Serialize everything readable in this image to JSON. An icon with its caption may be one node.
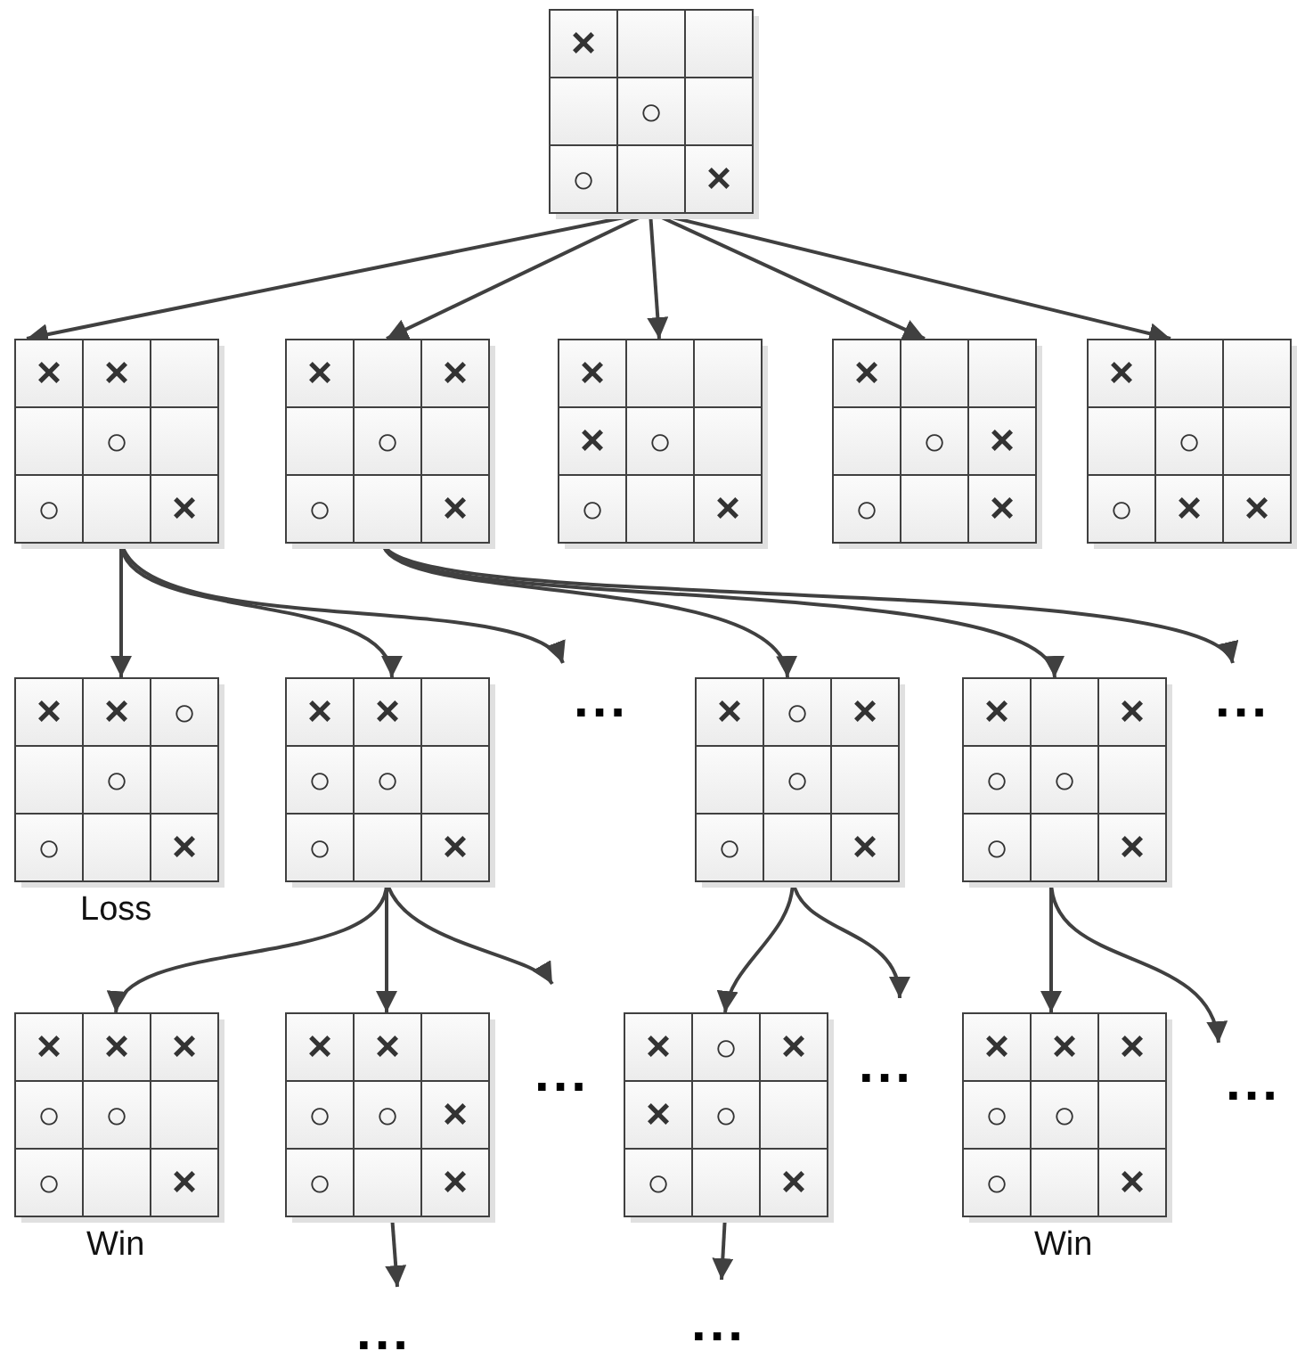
{
  "diagram": {
    "nodes": [
      {
        "text": [],
        "shape": "box"
      },
      {
        "text": [
          "×"
        ],
        "in": 0
      },
      {
        "text": [],
        "shape": "box",
        "in": 0
      },
      {
        "text": [],
        "shape": "box",
        "in": 0
      },
      {
        "text": [],
        "shape": "box",
        "in": 0
      },
      {
        "text": [
          "○"
        ],
        "in": 0
      },
      {
        "text": [],
        "shape": "box",
        "in": 0
      },
      {
        "text": [
          "○"
        ],
        "in": 0
      },
      {
        "text": [],
        "shape": "box",
        "in": 0
      },
      {
        "text": [
          "×"
        ],
        "in": 0
      },
      {
        "text": [],
        "shape": "box"
      },
      {
        "text": [
          "×"
        ],
        "in": 10
      },
      {
        "text": [
          "×"
        ],
        "in": 10
      },
      {
        "text": [],
        "shape": "box",
        "in": 10
      },
      {
        "text": [],
        "shape": "box",
        "in": 10
      },
      {
        "text": [
          "○"
        ],
        "in": 10
      },
      {
        "text": [],
        "shape": "box",
        "in": 10
      },
      {
        "text": [
          "○"
        ],
        "in": 10
      },
      {
        "text": [],
        "shape": "box",
        "in": 10
      },
      {
        "text": [
          "×"
        ],
        "in": 10
      },
      {
        "text": [],
        "shape": "box"
      },
      {
        "text": [
          "×"
        ],
        "in": 20
      },
      {
        "text": [],
        "shape": "box",
        "in": 20
      },
      {
        "text": [
          "×"
        ],
        "in": 20
      },
      {
        "text": [],
        "shape": "box",
        "in": 20
      },
      {
        "text": [
          "○"
        ],
        "in": 20
      },
      {
        "text": [],
        "shape": "box",
        "in": 20
      },
      {
        "text": [
          "○"
        ],
        "in": 20
      },
      {
        "text": [],
        "shape": "box",
        "in": 20
      },
      {
        "text": [
          "×"
        ],
        "in": 20
      },
      {
        "text": [],
        "shape": "box"
      },
      {
        "text": [
          "×"
        ],
        "in": 30
      },
      {
        "text": [],
        "shape": "box",
        "in": 30
      },
      {
        "text": [],
        "shape": "box",
        "in": 30
      },
      {
        "text": [
          "×"
        ],
        "in": 30
      },
      {
        "text": [
          "○"
        ],
        "in": 30
      },
      {
        "text": [],
        "shape": "box",
        "in": 30
      },
      {
        "text": [
          "○"
        ],
        "in": 30
      },
      {
        "text": [],
        "shape": "box",
        "in": 30
      },
      {
        "text": [
          "×"
        ],
        "in": 30
      },
      {
        "text": [],
        "shape": "box"
      },
      {
        "text": [
          "×"
        ],
        "in": 40
      },
      {
        "text": [],
        "shape": "box",
        "in": 40
      },
      {
        "text": [],
        "shape": "box",
        "in": 40
      },
      {
        "text": [],
        "shape": "box",
        "in": 40
      },
      {
        "text": [
          "○"
        ],
        "in": 40
      },
      {
        "text": [
          "×"
        ],
        "in": 40
      },
      {
        "text": [
          "○"
        ],
        "in": 40
      },
      {
        "text": [],
        "shape": "box",
        "in": 40
      },
      {
        "text": [
          "×"
        ],
        "in": 40
      },
      {
        "text": [],
        "shape": "box"
      },
      {
        "text": [
          "×"
        ],
        "in": 50
      },
      {
        "text": [],
        "shape": "box",
        "in": 50
      },
      {
        "text": [],
        "shape": "box",
        "in": 50
      },
      {
        "text": [],
        "shape": "box",
        "in": 50
      },
      {
        "text": [
          "○"
        ],
        "in": 50
      },
      {
        "text": [],
        "shape": "box",
        "in": 50
      },
      {
        "text": [
          "○"
        ],
        "in": 50
      },
      {
        "text": [
          "×"
        ],
        "in": 50
      },
      {
        "text": [
          "×"
        ],
        "in": 50
      },
      {
        "text": [],
        "shape": "box",
        "beside": [
          "Loss"
        ]
      },
      {
        "text": [
          "×"
        ],
        "in": 60
      },
      {
        "text": [
          "×"
        ],
        "in": 60
      },
      {
        "text": [
          "○"
        ],
        "in": 60
      },
      {
        "text": [],
        "shape": "box",
        "in": 60
      },
      {
        "text": [
          "○"
        ],
        "in": 60
      },
      {
        "text": [],
        "shape": "box",
        "in": 60
      },
      {
        "text": [
          "○"
        ],
        "in": 60
      },
      {
        "text": [],
        "shape": "box",
        "in": 60
      },
      {
        "text": [
          "×"
        ],
        "in": 60
      },
      {
        "text": [],
        "shape": "box"
      },
      {
        "text": [
          "×"
        ],
        "in": 70
      },
      {
        "text": [
          "×"
        ],
        "in": 70
      },
      {
        "text": [],
        "shape": "box",
        "in": 70
      },
      {
        "text": [
          "○"
        ],
        "in": 70
      },
      {
        "text": [
          "○"
        ],
        "in": 70
      },
      {
        "text": [],
        "shape": "box",
        "in": 70
      },
      {
        "text": [
          "○"
        ],
        "in": 70
      },
      {
        "text": [],
        "shape": "box",
        "in": 70
      },
      {
        "text": [
          "×"
        ],
        "in": 70
      },
      {
        "text": [],
        "shape": "box"
      },
      {
        "text": [
          "×"
        ],
        "in": 80
      },
      {
        "text": [
          "○"
        ],
        "in": 80
      },
      {
        "text": [
          "×"
        ],
        "in": 80
      },
      {
        "text": [],
        "shape": "box",
        "in": 80
      },
      {
        "text": [
          "○"
        ],
        "in": 80
      },
      {
        "text": [],
        "shape": "box",
        "in": 80
      },
      {
        "text": [
          "○"
        ],
        "in": 80
      },
      {
        "text": [],
        "shape": "box",
        "in": 80
      },
      {
        "text": [
          "×"
        ],
        "in": 80
      },
      {
        "text": [],
        "shape": "box"
      },
      {
        "text": [
          "×"
        ],
        "in": 90
      },
      {
        "text": [],
        "shape": "box",
        "in": 90
      },
      {
        "text": [
          "×"
        ],
        "in": 90
      },
      {
        "text": [
          "○"
        ],
        "in": 90
      },
      {
        "text": [
          "○"
        ],
        "in": 90
      },
      {
        "text": [],
        "shape": "box",
        "in": 90
      },
      {
        "text": [
          "○"
        ],
        "in": 90
      },
      {
        "text": [],
        "shape": "box",
        "in": 90
      },
      {
        "text": [
          "×"
        ],
        "in": 90
      },
      {
        "text": [],
        "shape": "box",
        "beside": [
          "Win"
        ]
      },
      {
        "text": [
          "×"
        ],
        "in": 100
      },
      {
        "text": [
          "×"
        ],
        "in": 100
      },
      {
        "text": [
          "×"
        ],
        "in": 100
      },
      {
        "text": [
          "○"
        ],
        "in": 100
      },
      {
        "text": [
          "○"
        ],
        "in": 100
      },
      {
        "text": [],
        "shape": "box",
        "in": 100
      },
      {
        "text": [
          "○"
        ],
        "in": 100
      },
      {
        "text": [],
        "shape": "box",
        "in": 100
      },
      {
        "text": [
          "×"
        ],
        "in": 100
      },
      {
        "text": [],
        "shape": "box"
      },
      {
        "text": [
          "×"
        ],
        "in": 110
      },
      {
        "text": [
          "×"
        ],
        "in": 110
      },
      {
        "text": [],
        "shape": "box",
        "in": 110
      },
      {
        "text": [
          "○"
        ],
        "in": 110
      },
      {
        "text": [
          "○"
        ],
        "in": 110
      },
      {
        "text": [
          "×"
        ],
        "in": 110
      },
      {
        "text": [
          "○"
        ],
        "in": 110
      },
      {
        "text": [],
        "shape": "box",
        "in": 110
      },
      {
        "text": [
          "×"
        ],
        "in": 110
      },
      {
        "text": [],
        "shape": "box"
      },
      {
        "text": [
          "×"
        ],
        "in": 120
      },
      {
        "text": [
          "○"
        ],
        "in": 120
      },
      {
        "text": [
          "×"
        ],
        "in": 120
      },
      {
        "text": [
          "×"
        ],
        "in": 120
      },
      {
        "text": [
          "○"
        ],
        "in": 120
      },
      {
        "text": [],
        "shape": "box",
        "in": 120
      },
      {
        "text": [
          "○"
        ],
        "in": 120
      },
      {
        "text": [],
        "shape": "box",
        "in": 120
      },
      {
        "text": [
          "×"
        ],
        "in": 120
      },
      {
        "text": [],
        "shape": "box",
        "beside": [
          "Win"
        ]
      },
      {
        "text": [
          "×"
        ],
        "in": 130
      },
      {
        "text": [
          "×"
        ],
        "in": 130
      },
      {
        "text": [
          "×"
        ],
        "in": 130
      },
      {
        "text": [
          "○"
        ],
        "in": 130
      },
      {
        "text": [
          "○"
        ],
        "in": 130
      },
      {
        "text": [],
        "shape": "box",
        "in": 130
      },
      {
        "text": [
          "○"
        ],
        "in": 130
      },
      {
        "text": [],
        "shape": "box",
        "in": 130
      },
      {
        "text": [
          "×"
        ],
        "in": 130
      }
    ],
    "edges": [
      {
        "from": 0,
        "to": 10,
        "arrow": "to"
      },
      {
        "from": 0,
        "to": 20,
        "arrow": "to"
      },
      {
        "from": 0,
        "to": 30,
        "arrow": "to"
      },
      {
        "from": 0,
        "to": 40,
        "arrow": "to"
      },
      {
        "from": 0,
        "to": 50,
        "arrow": "to"
      },
      {
        "from": 10,
        "to": 60,
        "arrow": "to"
      },
      {
        "from": 10,
        "to": 70,
        "arrow": "to"
      },
      {
        "from": 10,
        "to": null,
        "arrow": "to"
      },
      {
        "from": 20,
        "to": 80,
        "arrow": "to"
      },
      {
        "from": 20,
        "to": 90,
        "arrow": "to"
      },
      {
        "from": 20,
        "to": null,
        "arrow": "to"
      },
      {
        "from": 70,
        "to": 100,
        "arrow": "to"
      },
      {
        "from": 70,
        "to": 110,
        "arrow": "to"
      },
      {
        "from": 70,
        "to": null,
        "arrow": "to"
      },
      {
        "from": 80,
        "to": 120,
        "arrow": "to"
      },
      {
        "from": 80,
        "to": null,
        "arrow": "to"
      },
      {
        "from": 90,
        "to": 130,
        "arrow": "to"
      },
      {
        "from": 90,
        "to": null,
        "arrow": "to"
      },
      {
        "from": 110,
        "to": null,
        "arrow": "to"
      },
      {
        "from": 120,
        "to": null,
        "arrow": "to"
      }
    ],
    "labels": [
      "...",
      "...",
      "...",
      "...",
      "...",
      "...",
      "..."
    ]
  }
}
